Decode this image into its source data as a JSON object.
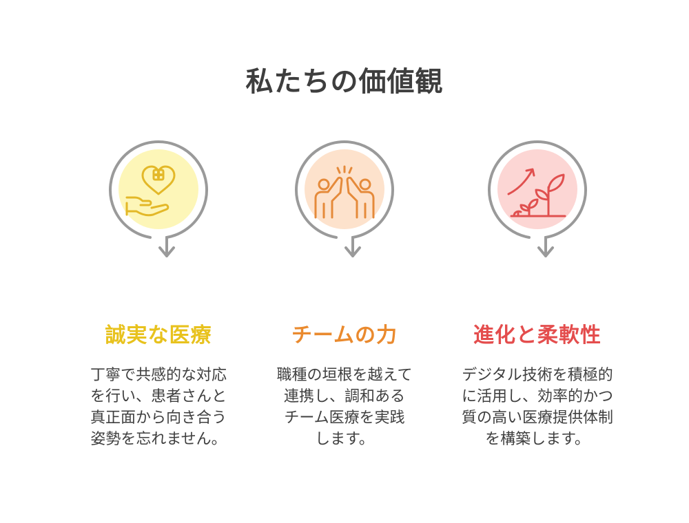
{
  "title": "私たちの価値観",
  "values": [
    {
      "heading": "誠実な医療",
      "icon": "heart-care-hand-icon",
      "color": "#e8c21d",
      "fill": "#fdf6b8",
      "stroke": "#e3b828",
      "lines": [
        "丁寧で共感的な対応",
        "を行い、患者さんと",
        "真正面から向き合う",
        "姿勢を忘れません。"
      ]
    },
    {
      "heading": "チームの力",
      "icon": "high-five-icon",
      "color": "#ea8a2e",
      "fill": "#fde2cc",
      "stroke": "#e58a3a",
      "lines": [
        "職種の垣根を越えて",
        "連携し、調和ある",
        "チーム医療を実践",
        "します。"
      ]
    },
    {
      "heading": "進化と柔軟性",
      "icon": "growth-plant-icon",
      "color": "#e44d4d",
      "fill": "#fcd6d4",
      "stroke": "#e0504f",
      "lines": [
        "デジタル技術を積極的",
        "に活用し、効率的かつ",
        "質の高い医療提供体制",
        "を構築します。"
      ]
    }
  ]
}
